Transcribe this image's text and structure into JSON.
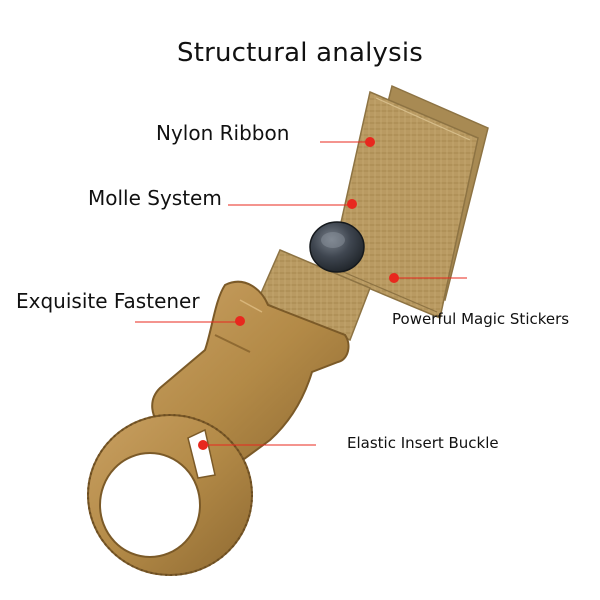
{
  "title": "Structural analysis",
  "callouts": {
    "nylon_ribbon": "Nylon Ribbon",
    "molle_system": "Molle System",
    "exquisite_fastener": "Exquisite Fastener",
    "powerful_magic_stickers": "Powerful Magic Stickers",
    "elastic_insert_buckle": "Elastic Insert Buckle"
  },
  "colors": {
    "callout_line": "#e8281e",
    "callout_dot": "#e8281e",
    "webbing": "#b99a62",
    "buckle": "#b38a47",
    "snap": "#3a4048"
  }
}
